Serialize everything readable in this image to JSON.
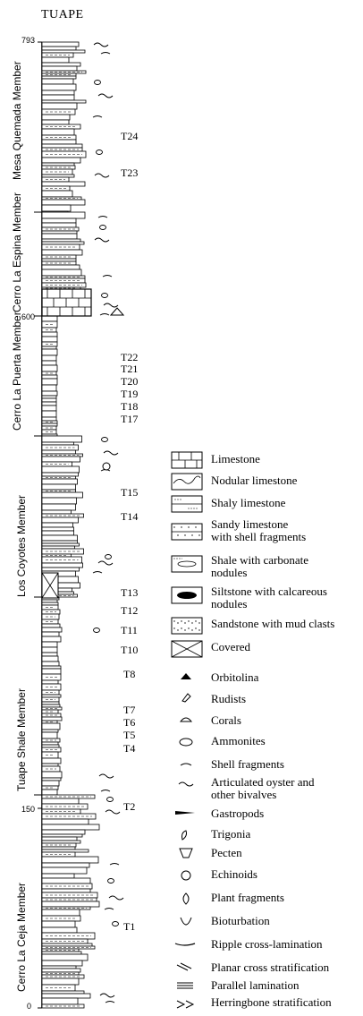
{
  "title": "TUAPE",
  "axis": {
    "ticks": [
      "793",
      "600",
      "150",
      "0"
    ]
  },
  "members": [
    "Mesa Quemada Member",
    "Cerro La Espina Member",
    "Cerro La Puerta Member",
    "Los Coyotes Member",
    "Tuape Shale Member",
    "Cerro La Ceja Member"
  ],
  "samples": [
    "T24",
    "T23",
    "T22",
    "T21",
    "T20",
    "T19",
    "T18",
    "T17",
    "T15",
    "T14",
    "T13",
    "T12",
    "T11",
    "T10",
    "T8",
    "T7",
    "T6",
    "T5",
    "T4",
    "T2",
    "T1"
  ],
  "legend": {
    "lithology": [
      {
        "label": "Limestone",
        "icon": "limestone-pattern"
      },
      {
        "label": "Nodular limestone",
        "icon": "nodular-limestone-pattern"
      },
      {
        "label": "Shaly limestone",
        "icon": "shaly-limestone-pattern"
      },
      {
        "label": "Sandy limestone\nwith shell fragments",
        "icon": "sandy-limestone-pattern"
      },
      {
        "label": "Shale with carbonate\nnodules",
        "icon": "shale-nodules-pattern"
      },
      {
        "label": "Siltstone with calcareous\nnodules",
        "icon": "siltstone-nodules-pattern"
      },
      {
        "label": "Sandstone with mud clasts",
        "icon": "sandstone-pattern"
      },
      {
        "label": "Covered",
        "icon": "covered-pattern"
      }
    ],
    "features": [
      {
        "label": "Orbitolina",
        "icon": "orbitolina-icon"
      },
      {
        "label": "Rudists",
        "icon": "rudist-icon"
      },
      {
        "label": "Corals",
        "icon": "coral-icon"
      },
      {
        "label": "Ammonites",
        "icon": "ammonite-icon"
      },
      {
        "label": "Shell fragments",
        "icon": "shell-fragment-icon"
      },
      {
        "label": "Articulated oyster and\nother bivalves",
        "icon": "bivalve-icon"
      },
      {
        "label": "Gastropods",
        "icon": "gastropod-icon"
      },
      {
        "label": "Trigonia",
        "icon": "trigonia-icon"
      },
      {
        "label": "Pecten",
        "icon": "pecten-icon"
      },
      {
        "label": "Echinoids",
        "icon": "echinoid-icon"
      },
      {
        "label": "Plant fragments",
        "icon": "plant-fragment-icon"
      },
      {
        "label": "Bioturbation",
        "icon": "bioturbation-icon"
      },
      {
        "label": "Ripple cross-lamination",
        "icon": "ripple-icon"
      },
      {
        "label": "Planar cross stratification",
        "icon": "planar-cross-icon"
      },
      {
        "label": "Parallel lamination",
        "icon": "parallel-lamination-icon"
      },
      {
        "label": "Herringbone stratification",
        "icon": "herringbone-icon"
      }
    ]
  }
}
